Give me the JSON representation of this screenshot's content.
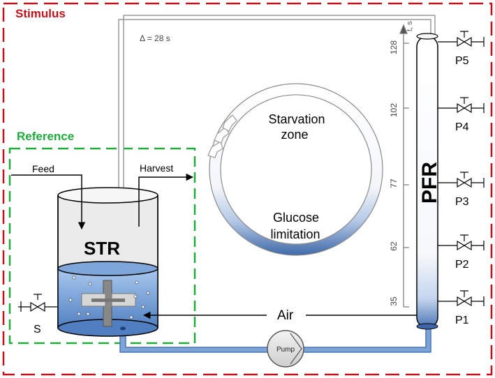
{
  "stimulus_label": "Stimulus",
  "reference_label": "Reference",
  "delta_label": "Δ = 28 s",
  "axis_unit": "t, s",
  "axis_ticks": [
    "128",
    "102",
    "77",
    "62",
    "35"
  ],
  "ring_top_line1": "Starvation",
  "ring_top_line2": "zone",
  "ring_bottom_line1": "Glucose",
  "ring_bottom_line2": "limitation",
  "str_label": "STR",
  "pfr_label": "PFR",
  "feed_label": "Feed",
  "harvest_label": "Harvest",
  "air_label": "Air",
  "pump_label": "Pump",
  "sample_ports": [
    "P5",
    "P4",
    "P3",
    "P2",
    "P1"
  ],
  "str_sample_label": "S",
  "colors": {
    "stimulus_border": "#c0121a",
    "reference_border": "#1faa3c",
    "liquid": "#4f7fc0",
    "tube": "#4a75b5"
  }
}
